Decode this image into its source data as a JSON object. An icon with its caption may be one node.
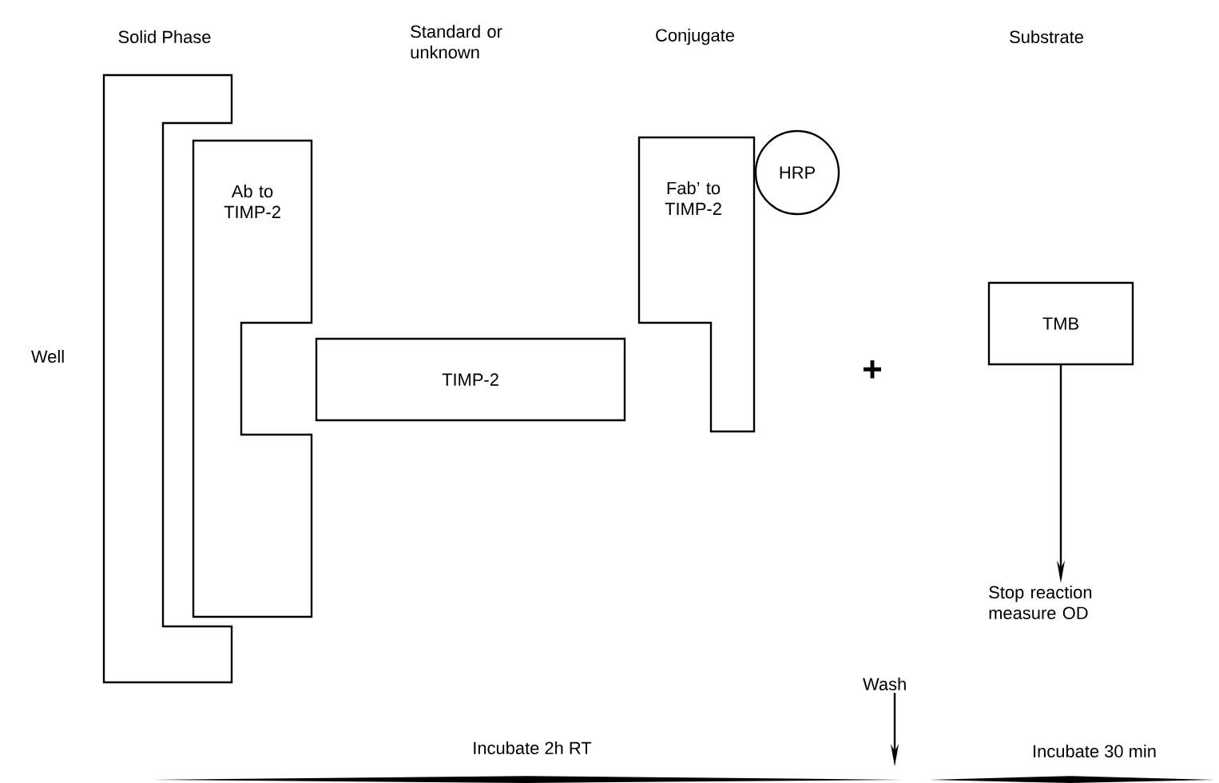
{
  "diagram": {
    "nodes": [
      {
        "text": [],
        "shape": "bracket",
        "beside": [
          "Well"
        ]
      },
      {
        "text": [
          "Ab to TIMP-2"
        ]
      },
      {
        "text": [
          "TIMP-2"
        ]
      },
      {
        "text": [
          "Fab’ to TIMP-2"
        ]
      },
      {
        "text": [
          "HRP"
        ]
      },
      {
        "text": [
          "TMB"
        ]
      },
      {
        "text": [
          "Stop reaction measure OD"
        ]
      },
      {
        "text": [
          "Wash"
        ]
      }
    ],
    "edges": [
      {
        "from": 5,
        "to": 6,
        "arrow": "to"
      },
      {
        "from": 7,
        "to": null,
        "arrow": "to"
      }
    ],
    "labels": [
      "Solid Phase",
      "Standard or unknown",
      "Conjugate",
      "Substrate",
      "+",
      "Incubate 2h RT",
      "Incubate 30 min"
    ]
  }
}
